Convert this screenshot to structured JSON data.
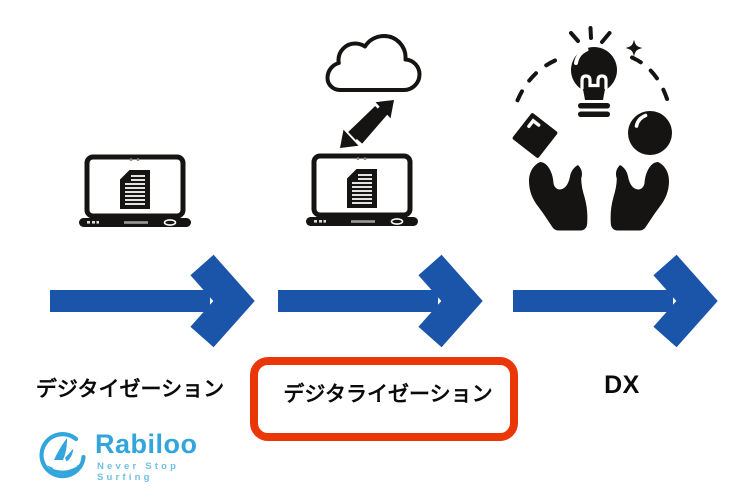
{
  "diagram": {
    "title_hint": "digital transformation stages flow",
    "stages": [
      {
        "id": "digitization",
        "label": "デジタイゼーション",
        "icon": "laptop-document",
        "highlighted": false
      },
      {
        "id": "digitalization",
        "label": "デジタライゼーション",
        "icon": "laptop-cloud-sync",
        "highlighted": true
      },
      {
        "id": "dx",
        "label": "DX",
        "icon": "hands-juggling-ideas",
        "highlighted": false
      }
    ],
    "flow_arrow_count": 3
  },
  "logo": {
    "name": "Rabiloo",
    "tagline": "Never Stop Surfing"
  },
  "colors": {
    "arrow_blue": "#1b55a9",
    "highlight_red": "#eb3708",
    "icon_black": "#161412",
    "logo_blue": "#32a5dc",
    "logo_tagline_blue": "#6fc0e6",
    "background": "#ffffff"
  }
}
